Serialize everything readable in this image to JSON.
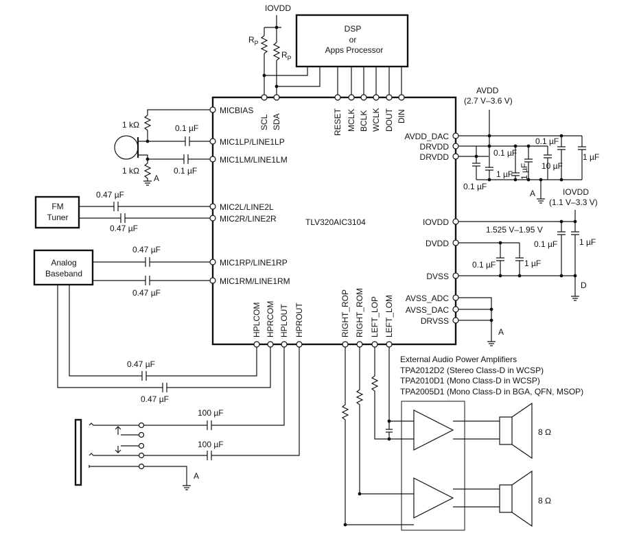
{
  "supplies": {
    "iovdd_top": "IOVDD",
    "rp_left": "R",
    "rp_right": "R",
    "rp_sub": "P",
    "avdd_name": "AVDD",
    "avdd_range": "(2.7 V–3.6 V)",
    "iovdd_right_name": "IOVDD",
    "iovdd_right_range": "(1.1 V–3.3 V)",
    "dvdd_range": "1.525 V–1.95 V"
  },
  "dsp": {
    "line1": "DSP",
    "line2": "or",
    "line3": "Apps Processor"
  },
  "chip": {
    "name": "TLV320AIC3104",
    "left_pins": [
      "MICBIAS",
      "MIC1LP/LINE1LP",
      "MIC1LM/LINE1LM",
      "MIC2L/LINE2L",
      "MIC2R/LINE2R",
      "MIC1RP/LINE1RP",
      "MIC1RM/LINE1RM"
    ],
    "top_pins": [
      "SCL",
      "SDA",
      "RESET",
      "MCLK",
      "BCLK",
      "WCLK",
      "DOUT",
      "DIN"
    ],
    "right_pins": [
      "AVDD_DAC",
      "DRVDD",
      "DRVDD",
      "IOVDD",
      "DVDD",
      "DVSS",
      "AVSS_ADC",
      "AVSS_DAC",
      "DRVSS"
    ],
    "bottom_pins": [
      "HPLCOM",
      "HPRCOM",
      "HPLOUT",
      "HPROUT",
      "RIGHT_ROP",
      "RIGHT_ROM",
      "LEFT_LOP",
      "LEFT_LOM"
    ]
  },
  "components": {
    "mic_r1": "1 kΩ",
    "mic_r2": "1 kΩ",
    "mic_c1": "0.1 µF",
    "mic_c2": "0.1 µF",
    "fm_c1": "0.47 µF",
    "fm_c2": "0.47 µF",
    "bb_c1": "0.47 µF",
    "bb_c2": "0.47 µF",
    "hp_c1": "0.47 µF",
    "hp_c2": "0.47 µF",
    "hp_cap1": "100 µF",
    "hp_cap2": "100 µF",
    "avdd_caps": [
      "0.1 µF",
      "0.1 µF",
      "1 µF",
      "1 µF",
      "10 µF",
      "0.1 µF",
      "1 µF"
    ],
    "iovdd_caps": [
      "0.1 µF",
      "1 µF"
    ],
    "dvdd_caps": [
      "0.1 µF",
      "1 µF"
    ],
    "speaker1": "8 Ω",
    "speaker2": "8 Ω"
  },
  "blocks": {
    "fm_line1": "FM",
    "fm_line2": "Tuner",
    "bb_line1": "Analog",
    "bb_line2": "Baseband"
  },
  "grounds": {
    "a1": "A",
    "a2": "A",
    "a3": "A",
    "a4": "A",
    "d": "D"
  },
  "amplifiers": {
    "title": "External Audio Power Amplifiers",
    "items": [
      "TPA2012D2 (Stereo Class-D in WCSP)",
      "TPA2010D1 (Mono Class-D in WCSP)",
      "TPA2005D1 (Mono Class-D in BGA, QFN, MSOP)"
    ]
  }
}
